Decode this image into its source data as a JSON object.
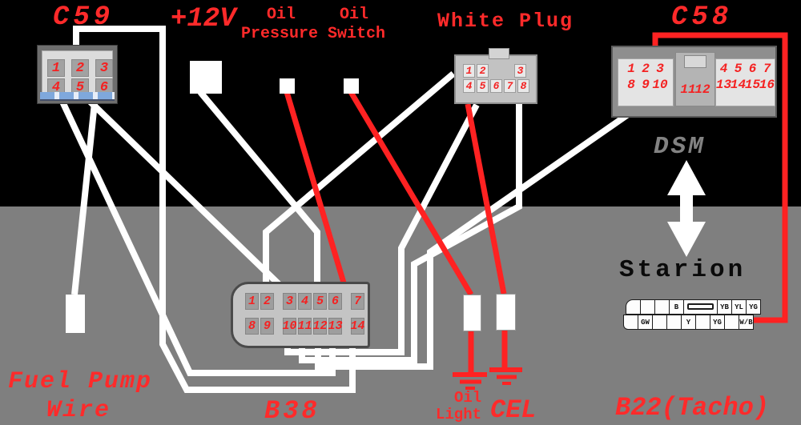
{
  "labels": {
    "c59": "C59",
    "plus12v": "+12V",
    "oil_a": "Oil",
    "oil_b": "Oil",
    "pressure_switch": "Pressure Switch",
    "white_plug": "White Plug",
    "c58": "C58",
    "dsm": "DSM",
    "starion": "Starion",
    "fuel_pump_line1": "Fuel Pump",
    "fuel_pump_line2": "Wire",
    "b38": "B38",
    "oil_light_line1": "Oil",
    "oil_light_line2": "Light",
    "cel": "CEL",
    "b22_tacho": "B22(Tacho)"
  },
  "connectors": {
    "c59": {
      "row1": [
        "1",
        "2",
        "3"
      ],
      "row2": [
        "4",
        "5",
        "6"
      ]
    },
    "white_plug": {
      "row1_left": [
        "1",
        "2"
      ],
      "row1_right": [
        "3"
      ],
      "row2": [
        "4",
        "5",
        "6",
        "7",
        "8"
      ]
    },
    "c58": {
      "left_row1": [
        "1",
        "2",
        "3"
      ],
      "left_row2": [
        "8",
        "9",
        "10"
      ],
      "mid_row2": [
        "11",
        "12"
      ],
      "right_row1": [
        "4",
        "5",
        "6",
        "7"
      ],
      "right_row2": [
        "13",
        "14",
        "15",
        "16"
      ]
    },
    "b38": {
      "row1_a": [
        "1",
        "2"
      ],
      "row1_b": [
        "3",
        "4",
        "5",
        "6"
      ],
      "row1_c": [
        "7"
      ],
      "row2_a": [
        "8",
        "9"
      ],
      "row2_b": [
        "10",
        "11",
        "12",
        "13"
      ],
      "row2_c": [
        "14"
      ]
    },
    "b22": {
      "row1": [
        "",
        "",
        "",
        "B",
        "",
        "YB",
        "YL",
        "YG"
      ],
      "row2": [
        "",
        "GW",
        "",
        "",
        "Y",
        "",
        "YG",
        "",
        "W/B"
      ]
    }
  },
  "colors": {
    "background_top": "#000000",
    "background_bottom": "#7f7f7f",
    "wire_white": "#ffffff",
    "wire_red": "#ff2222",
    "label_red": "#ff2a2a",
    "dsm_text_gray": "#828282",
    "starion_text_black": "#0a0a0a"
  }
}
